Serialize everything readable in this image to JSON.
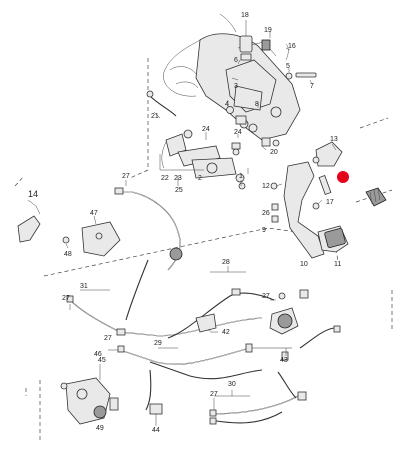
{
  "callouts": {
    "c18": "18",
    "c19": "19",
    "c16": "16",
    "c5": "5",
    "c6": "6",
    "c3": "3",
    "c7": "7",
    "c4": "4",
    "c8": "8",
    "c21": "21",
    "c24a": "24",
    "c24b": "24",
    "c20": "20",
    "c13": "13",
    "c22": "22",
    "c23": "23",
    "c2": "2",
    "c25": "25",
    "c1": "1",
    "c12": "12",
    "c26": "26",
    "c27a": "27",
    "c17": "17",
    "c9": "9",
    "c14": "14",
    "c47": "47",
    "c48": "48",
    "c10": "10",
    "c11": "11",
    "c28": "28",
    "c27b": "27",
    "c31": "31",
    "c27c": "27",
    "c42": "42",
    "c27d": "27",
    "c43": "43",
    "c29": "29",
    "c46": "46",
    "c45": "45",
    "c30": "30",
    "c27e": "27",
    "c44": "44",
    "c49": "49"
  },
  "highlight_color": "#e5001c"
}
